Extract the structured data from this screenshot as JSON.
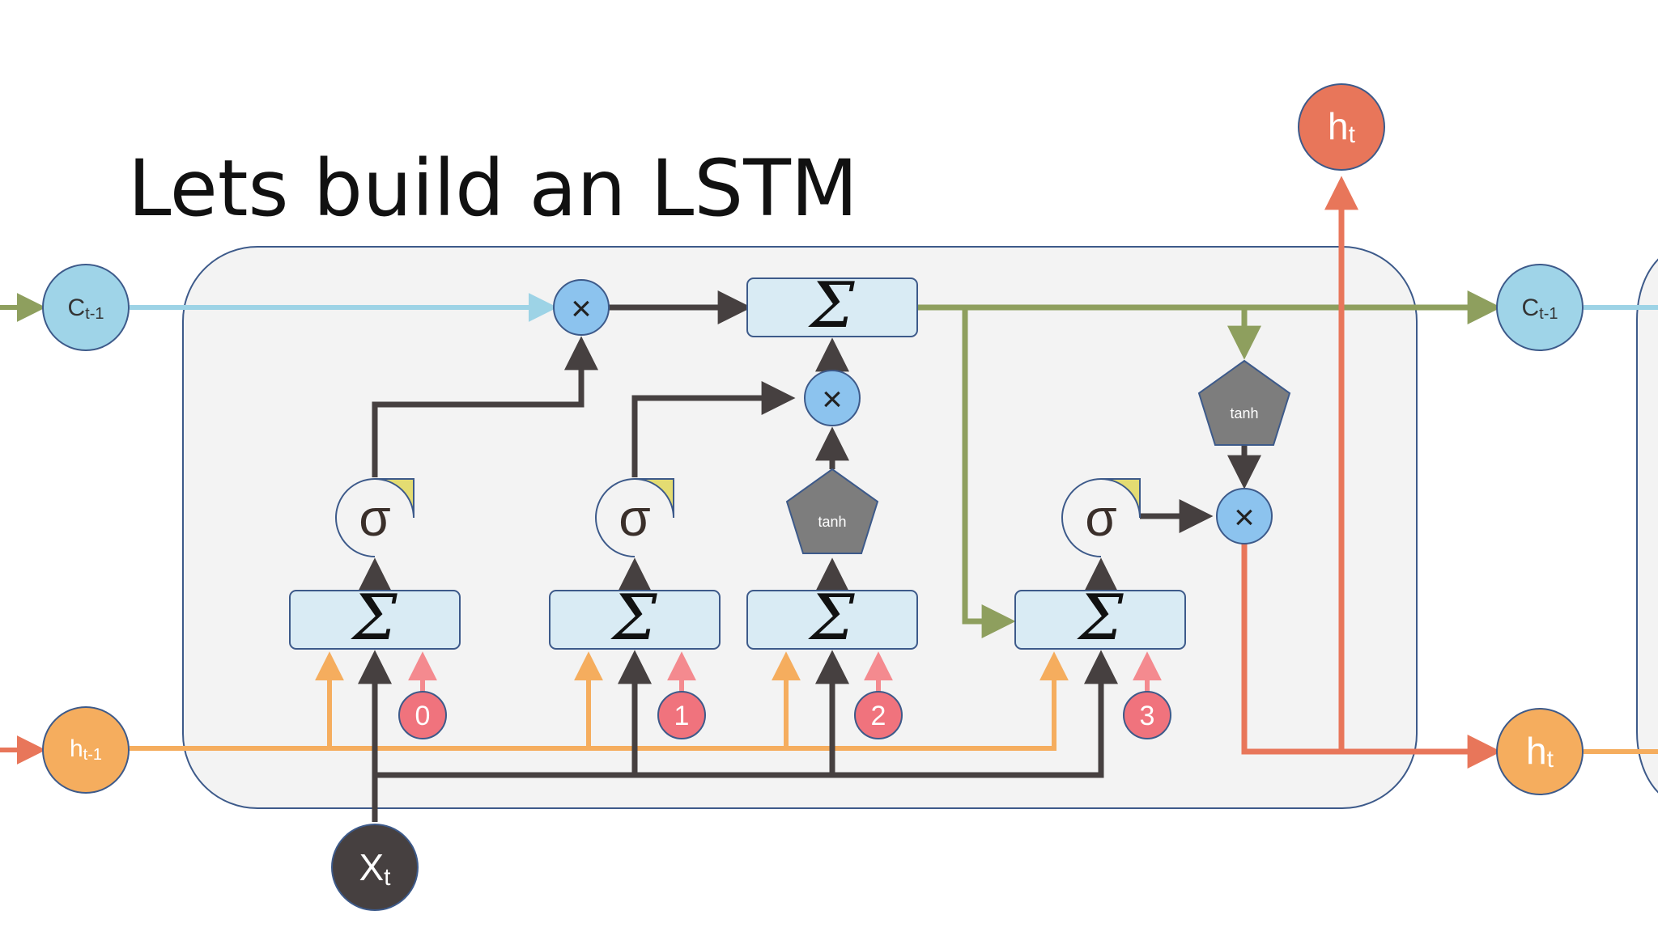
{
  "title": "Lets build an LSTM",
  "inputs": {
    "c_prev": {
      "base": "C",
      "sub": "t-1"
    },
    "h_prev": {
      "base": "h",
      "sub": "t-1"
    },
    "x": {
      "base": "X",
      "sub": "t"
    }
  },
  "outputs": {
    "c_next": {
      "base": "C",
      "sub": "t-1"
    },
    "h_next": {
      "base": "h",
      "sub": "t"
    },
    "h_top": {
      "base": "h",
      "sub": "t"
    }
  },
  "symbols": {
    "sum": "Σ",
    "multiply": "×",
    "sigmoid": "σ",
    "tanh": "tanh"
  },
  "bias_labels": [
    "0",
    "1",
    "2",
    "3"
  ],
  "colors": {
    "cell_line": "#9dd3e6",
    "cell_node": "#9fd4e8",
    "hidden_line": "#f5ad5e",
    "hidden_node": "#f5ad5e",
    "input_line": "#464040",
    "input_node": "#464040",
    "output_line": "#e8765a",
    "output_node": "#e8765a",
    "cell_out_line": "#8e9f5e",
    "sum_box": "#d9ebf4",
    "sum_box_border": "#3d5a8a",
    "mult_node": "#8cc3ee",
    "sigmoid_node": "#e4dc72",
    "tanh_node": "#7d7d7d",
    "bias_node": "#f0737d",
    "bias_line": "#f48a8f",
    "panel_bg": "#f3f3f3",
    "panel_border": "#3d5a8a"
  }
}
